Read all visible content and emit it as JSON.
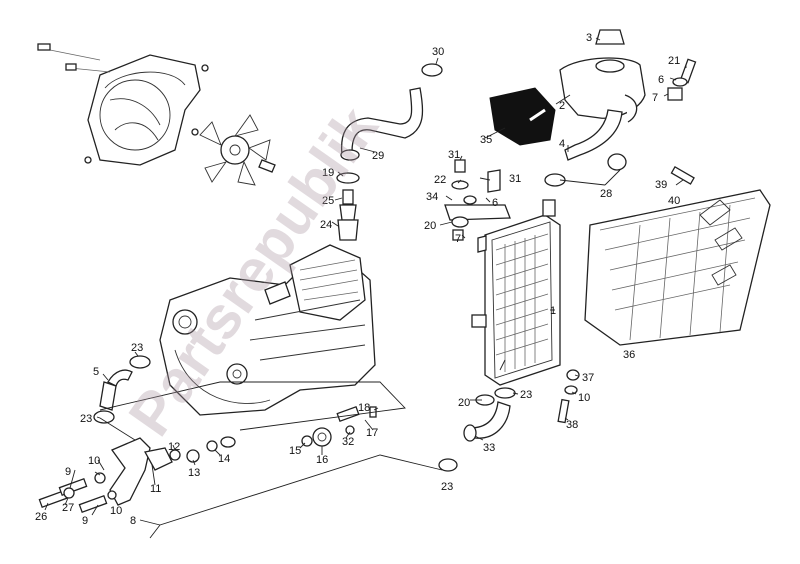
{
  "watermark": "Partsrepublik",
  "callouts": {
    "c1": "1",
    "c2": "2",
    "c3": "3",
    "c4": "4",
    "c5": "5",
    "c6a": "6",
    "c6b": "6",
    "c7a": "7",
    "c7b": "7",
    "c8": "8",
    "c9a": "9",
    "c9b": "9",
    "c10a": "10",
    "c10b": "10",
    "c10c": "10",
    "c11": "11",
    "c12": "12",
    "c13": "13",
    "c14": "14",
    "c15": "15",
    "c16": "16",
    "c17": "17",
    "c18": "18",
    "c19": "19",
    "c20a": "20",
    "c20b": "20",
    "c21": "21",
    "c22": "22",
    "c23a": "23",
    "c23b": "23",
    "c23c": "23",
    "c23d": "23",
    "c24": "24",
    "c25": "25",
    "c26": "26",
    "c27": "27",
    "c28": "28",
    "c29": "29",
    "c30": "30",
    "c31a": "31",
    "c31b": "31",
    "c32": "32",
    "c33": "33",
    "c34": "34",
    "c35": "35",
    "c36": "36",
    "c37": "37",
    "c38": "38",
    "c39": "39",
    "c40": "40"
  }
}
